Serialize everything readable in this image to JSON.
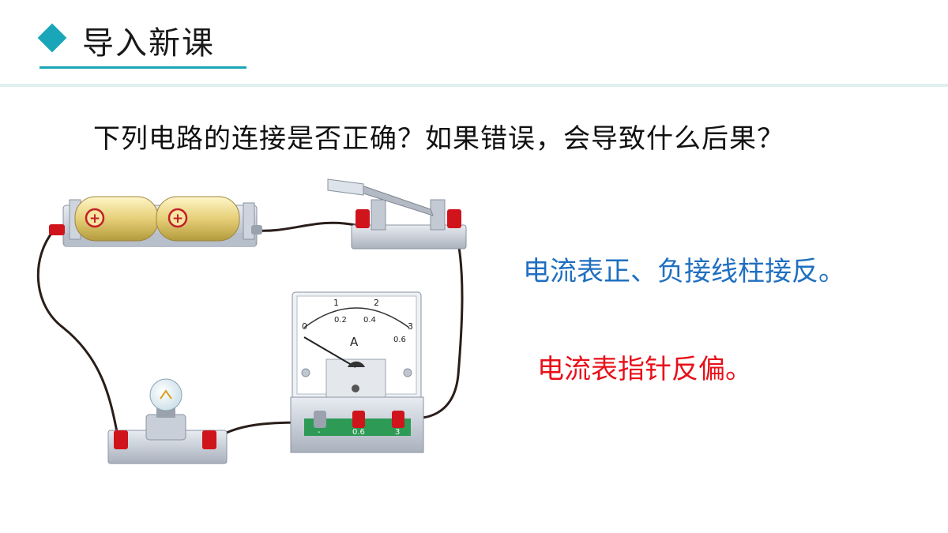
{
  "header": {
    "title": "导入新课",
    "accent_color": "#19a6b8"
  },
  "question": "下列电路的连接是否正确？如果错误，会导致什么后果？",
  "answers": {
    "line1": "电流表正、负接线柱接反。",
    "line2": "电流表指针反偏。",
    "line1_color": "#1f6fc0",
    "line2_color": "#e8101a"
  },
  "ammeter": {
    "unit": "A",
    "scale_top": [
      "0",
      "1",
      "2",
      "3"
    ],
    "scale_bottom": [
      "0.2",
      "0.4",
      "0.6"
    ],
    "terminals": [
      "-",
      "0.6",
      "3"
    ]
  },
  "battery": {
    "cell_symbol": "+"
  },
  "icons": [
    "diamond-bullet-icon",
    "battery-holder-icon",
    "knife-switch-icon",
    "bulb-icon",
    "ammeter-icon"
  ]
}
